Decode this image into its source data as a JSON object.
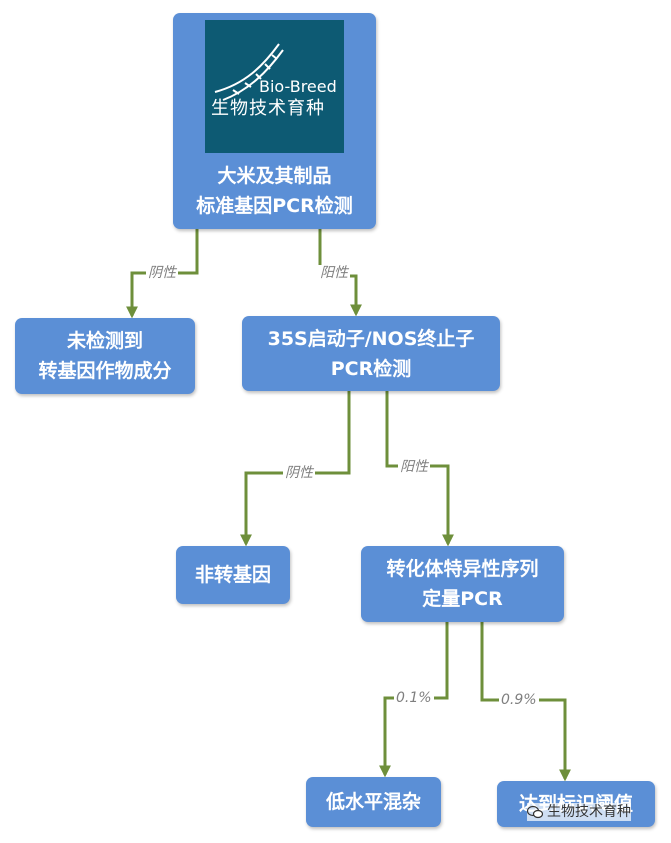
{
  "logo": {
    "brand_en": "Bio-Breed",
    "brand_cn": "生物技术育种",
    "bg_color": "#0d5a73"
  },
  "nodes": {
    "root": {
      "line1": "大米及其制品",
      "line2": "标准基因PCR检测"
    },
    "not_detected": {
      "line1": "未检测到",
      "line2": "转基因作物成分"
    },
    "screening": {
      "line1": "35S启动子/NOS终止子",
      "line2": "PCR检测"
    },
    "non_gm": {
      "line1": "非转基因"
    },
    "quant": {
      "line1": "转化体特异性序列",
      "line2": "定量PCR"
    },
    "low": {
      "line1": "低水平混杂"
    },
    "reach": {
      "line1": "达到标识阈值"
    }
  },
  "edges": {
    "root_neg": "阴性",
    "root_pos": "阳性",
    "screen_neg": "阴性",
    "screen_pos": "阳性",
    "quant_low": "0.1%",
    "quant_high": "0.9%"
  },
  "watermark": {
    "text": "生物技术育种",
    "icon": "wechat-icon"
  },
  "colors": {
    "node_fill": "#5b8fd6",
    "edge": "#6e8f3b",
    "label": "#7f7f7f"
  }
}
